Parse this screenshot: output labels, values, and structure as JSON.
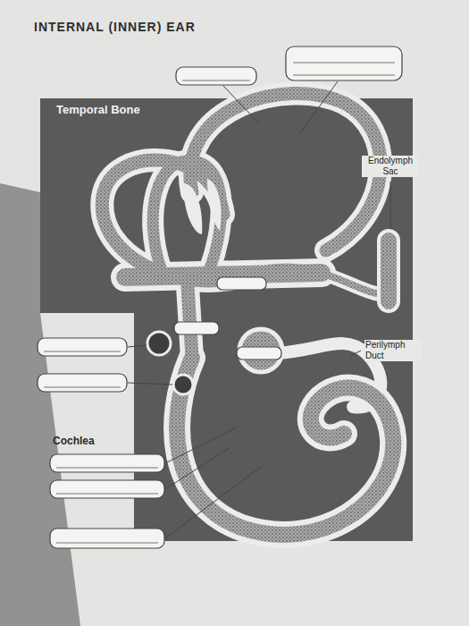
{
  "diagram": {
    "title": "INTERNAL (INNER) EAR",
    "labels": [
      "Temporal Bone",
      "Endolymph Sac",
      "Perilymph Duct",
      "Cochlea"
    ]
  }
}
